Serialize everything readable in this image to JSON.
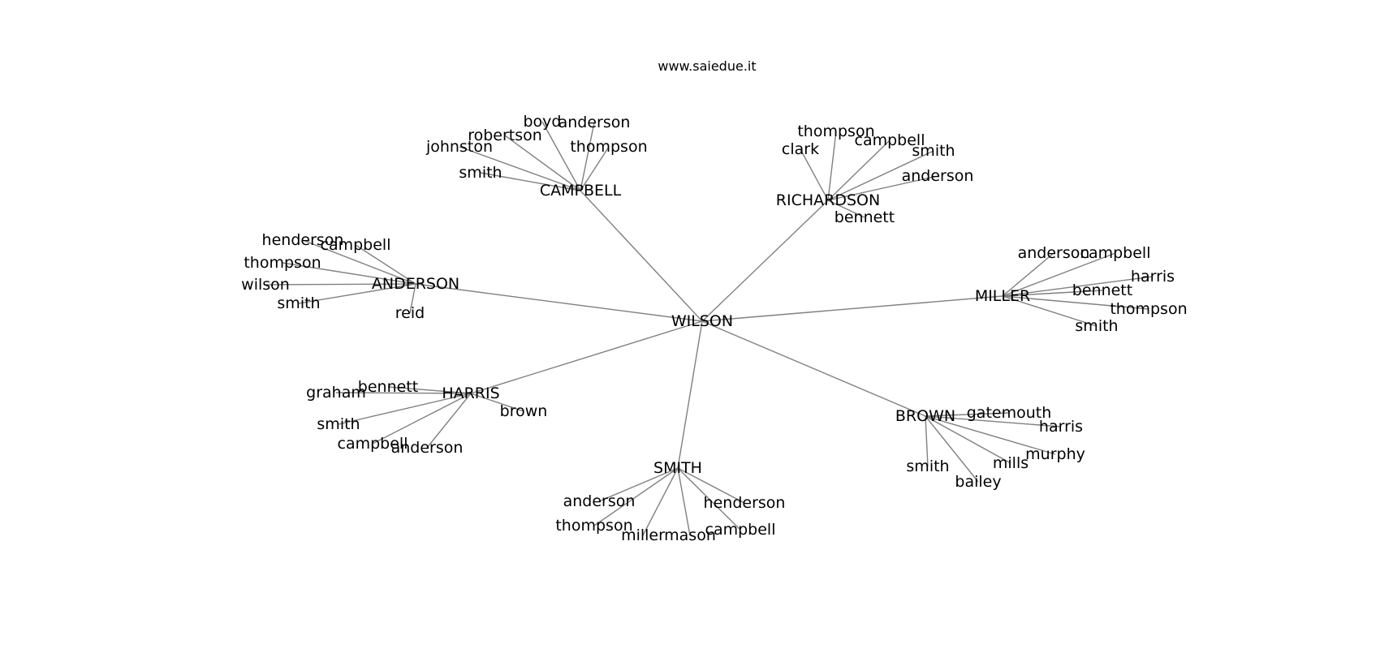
{
  "title": "www.saiedue.it",
  "center": "WILSON",
  "hubs": [
    {
      "name": "CAMPBELL",
      "leaves": [
        "boyd",
        "anderson",
        "robertson",
        "thompson",
        "johnston",
        "smith"
      ]
    },
    {
      "name": "RICHARDSON",
      "leaves": [
        "thompson",
        "campbell",
        "clark",
        "smith",
        "anderson",
        "bennett"
      ]
    },
    {
      "name": "ANDERSON",
      "leaves": [
        "henderson",
        "campbell",
        "thompson",
        "wilson",
        "smith",
        "reid"
      ]
    },
    {
      "name": "MILLER",
      "leaves": [
        "anderson",
        "campbell",
        "harris",
        "bennett",
        "thompson",
        "smith"
      ]
    },
    {
      "name": "HARRIS",
      "leaves": [
        "bennett",
        "graham",
        "brown",
        "smith",
        "campbell",
        "anderson"
      ]
    },
    {
      "name": "BROWN",
      "leaves": [
        "gatemouth",
        "harris",
        "murphy",
        "mills",
        "smith",
        "bailey"
      ]
    },
    {
      "name": "SMITH",
      "leaves": [
        "anderson",
        "henderson",
        "thompson",
        "campbell",
        "miller",
        "mason"
      ]
    }
  ]
}
